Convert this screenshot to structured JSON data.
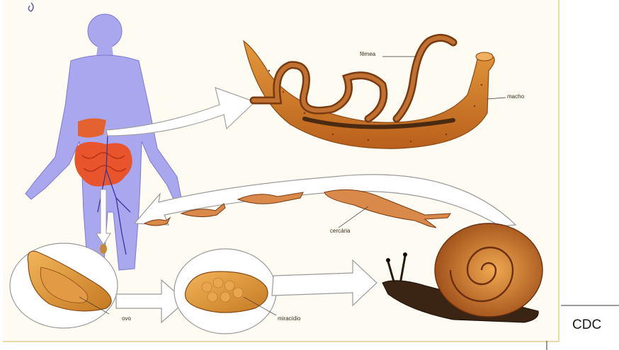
{
  "labels": {
    "female": "fêmea",
    "male": "macho",
    "cercaria": "cercária",
    "egg": "ovo",
    "miracidium": "miracídio"
  },
  "credit": "CDC"
}
